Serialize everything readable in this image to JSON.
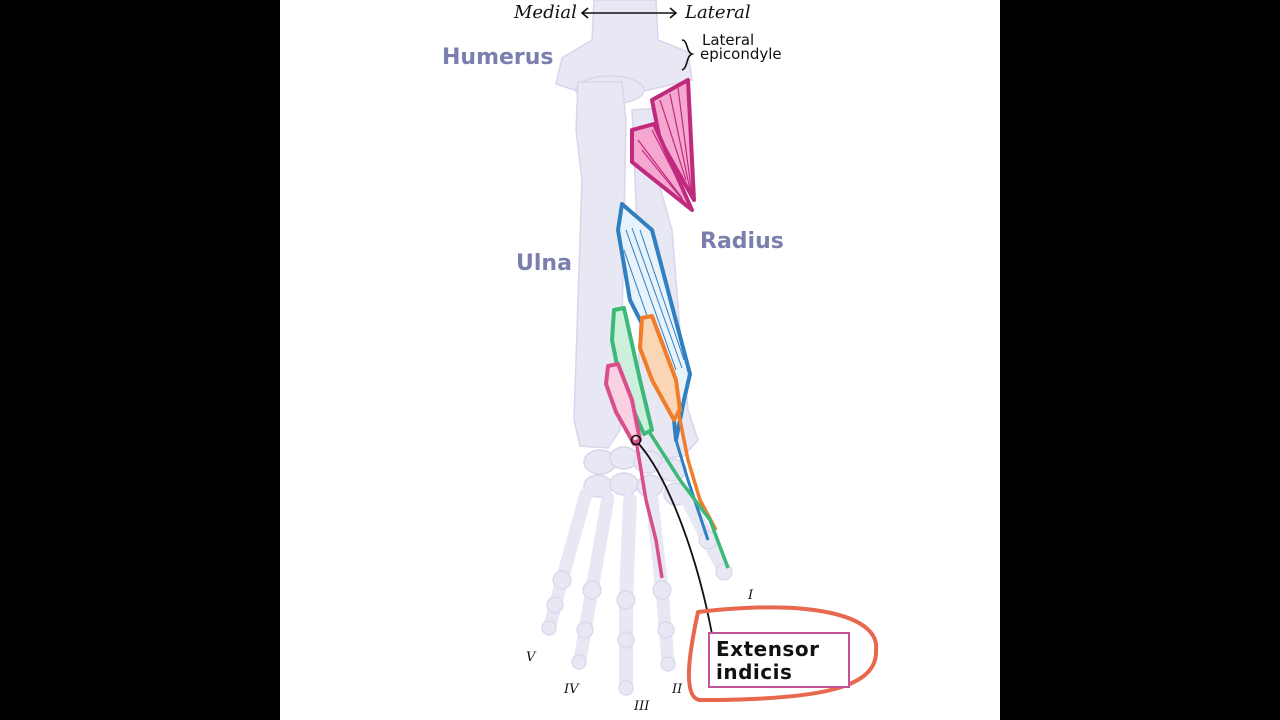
{
  "directions": {
    "medial": "Medial",
    "lateral": "Lateral"
  },
  "bones": {
    "humerus": "Humerus",
    "ulna": "Ulna",
    "radius": "Radius"
  },
  "landmark": {
    "line1": "Lateral",
    "line2": "epicondyle"
  },
  "digits": {
    "i": "I",
    "ii": "II",
    "iii": "III",
    "iv": "IV",
    "v": "V"
  },
  "callout": {
    "line1": "Extensor",
    "line2": "indicis"
  },
  "colors": {
    "bone": "#e8e7f4",
    "bone_outline": "#cfcde6",
    "label": "#7b7fae",
    "muscle_pink": "#c02a7e",
    "muscle_blue": "#2f7fc1",
    "muscle_green": "#3cb878",
    "muscle_orange": "#ef7d2a",
    "muscle_indicis": "#d94f8c",
    "callout_border": "#e8674f",
    "callout_inner": "#c3529b"
  }
}
